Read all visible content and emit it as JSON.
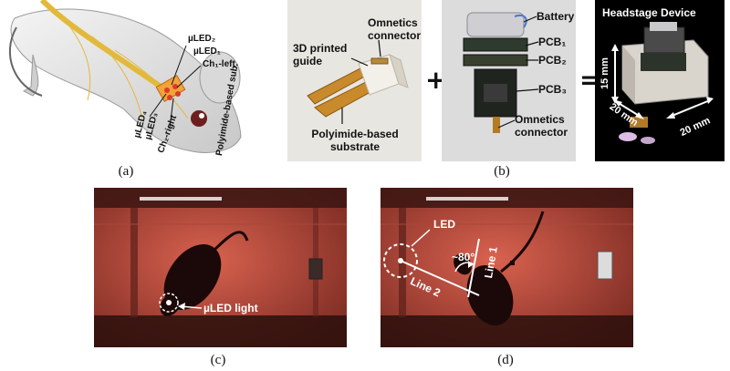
{
  "captions": {
    "a": "(a)",
    "b": "(b)",
    "c": "(c)",
    "d": "(d)"
  },
  "panel_a": {
    "labels": {
      "uled2": "µLED₂",
      "uled1": "µLED₁",
      "ch1_left": "Ch₁-left",
      "uled4": "µLED₄",
      "uled3": "µLED₃",
      "ch2_right": "Ch₂-right",
      "polyimide": "Polyimide-based sub."
    }
  },
  "panel_b": {
    "guide_photo": {
      "omnetics": "Omnetics connector",
      "guide": "3D printed guide",
      "substrate": "Polyimide-based substrate"
    },
    "plus": "+",
    "electronics_photo": {
      "battery": "Battery",
      "pcb1": "PCB₁",
      "pcb2": "PCB₂",
      "pcb3": "PCB₃",
      "omnetics": "Omnetics connector"
    },
    "equals": "=",
    "headstage": {
      "title": "Headstage Device",
      "dim_height": "15 mm",
      "dim_depth": "20 mm",
      "dim_width": "20 mm"
    }
  },
  "panel_c": {
    "label": "µLED light"
  },
  "panel_d": {
    "led": "LED",
    "angle": "~80°",
    "line1": "Line 1",
    "line2": "Line 2"
  }
}
